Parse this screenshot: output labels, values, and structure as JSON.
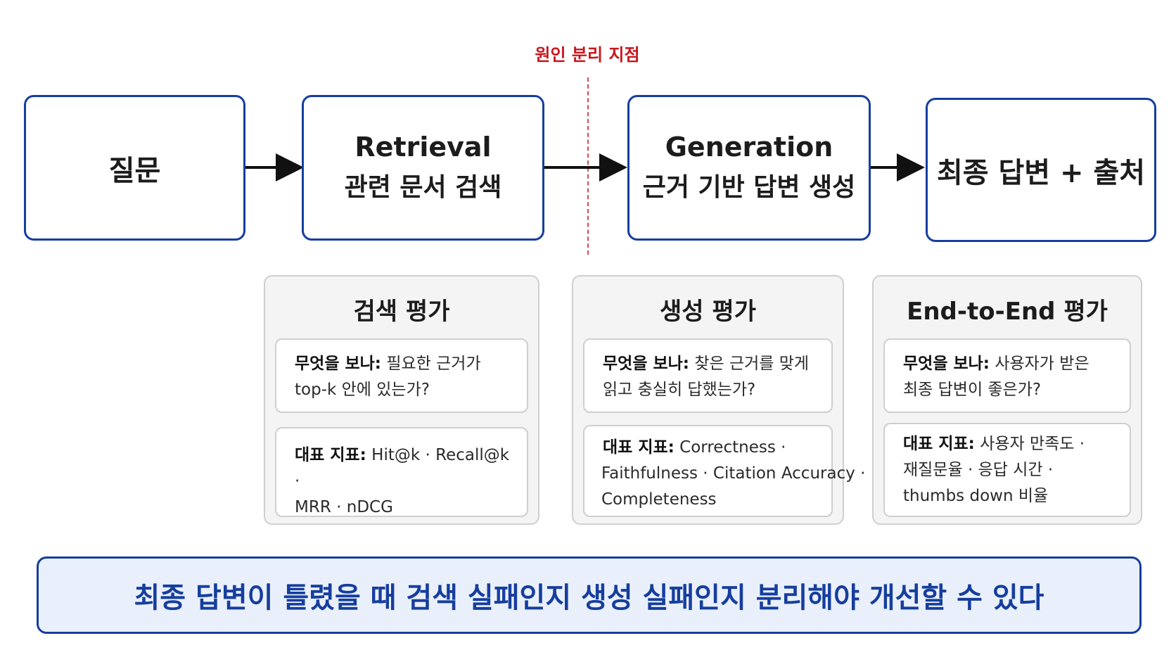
{
  "split_label": "원인 분리 지점",
  "stages": [
    {
      "line1": "질문"
    },
    {
      "line1": "Retrieval",
      "line2": "관련 문서 검색"
    },
    {
      "line1": "Generation",
      "line2": "근거 기반 답변 생성"
    },
    {
      "line1": "최종 답변 + 출처"
    }
  ],
  "evals": [
    {
      "title": "검색 평가",
      "what_label": "무엇을 보나:",
      "what_text": "필요한 근거가",
      "what_text2": "top-k 안에 있는가?",
      "metric_label": "대표 지표:",
      "metrics_line1": "Hit@k · Recall@k ·",
      "metrics_line2": "MRR · nDCG",
      "metrics_line3": ""
    },
    {
      "title": "생성 평가",
      "what_label": "무엇을 보나:",
      "what_text": "찾은 근거를 맞게",
      "what_text2": "읽고 충실히 답했는가?",
      "metric_label": "대표 지표:",
      "metrics_line1": "Correctness ·",
      "metrics_line2": "Faithfulness · Citation Accuracy ·",
      "metrics_line3": "Completeness"
    },
    {
      "title": "End-to-End 평가",
      "what_label": "무엇을 보나:",
      "what_text": "사용자가 받은",
      "what_text2": "최종 답변이 좋은가?",
      "metric_label": "대표 지표:",
      "metrics_line1": "사용자 만족도 ·",
      "metrics_line2": "재질문율 · 응답 시간 ·",
      "metrics_line3": "thumbs down 비율"
    }
  ],
  "banner": "최종 답변이 틀렸을 때 검색 실패인지 생성 실패인지 분리해야 개선할 수 있다",
  "colors": {
    "accent": "#163e9e",
    "split": "#c8161d",
    "banner_bg": "#eaf0fb"
  }
}
